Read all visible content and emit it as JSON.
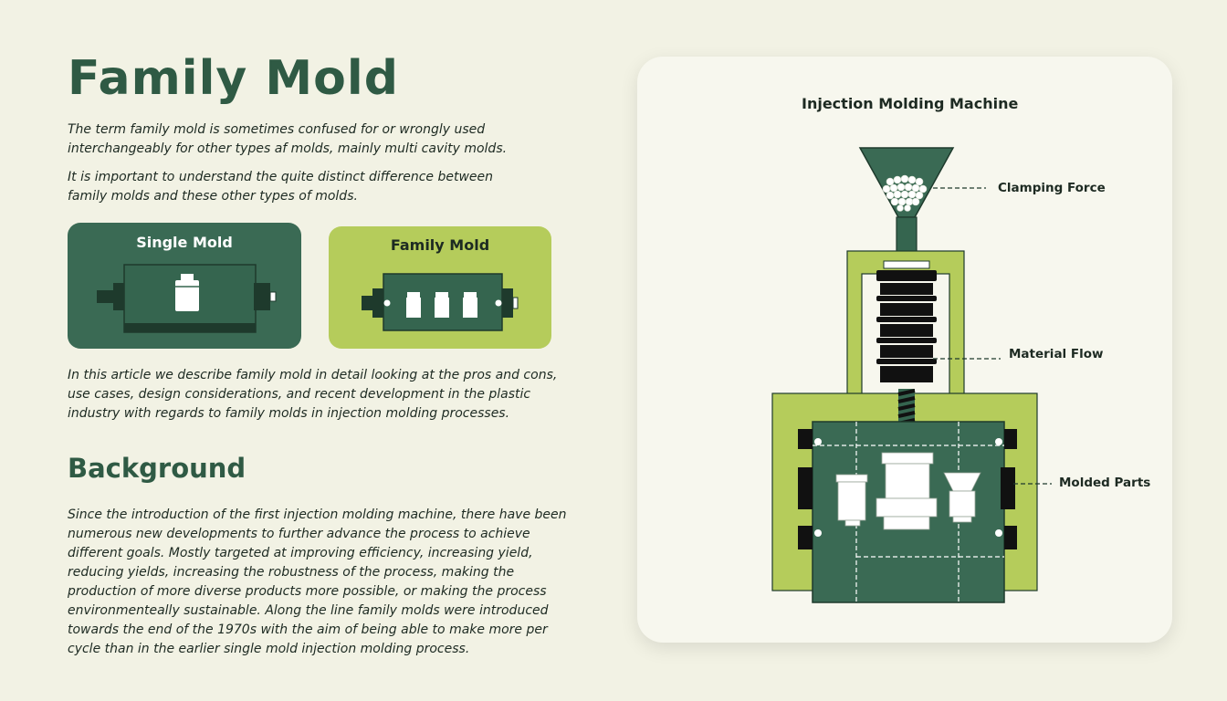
{
  "page": {
    "title": "Family Mold",
    "intro_paragraphs": [
      "The term family mold is sometimes confused for or wrongly used interchangeably for other types af molds, mainly multi cavity molds.",
      "It is important to understand the quite distinct difference between family molds and these other types of molds."
    ],
    "article_paragraph": "In this article we describe family mold in detail looking at the pros and cons, use cases, design considerations, and recent development in the plastic industry with regards to family molds in injection molding processes.",
    "background_heading": "Background",
    "background_paragraph": "Since the introduction of the first injection molding machine, there have been numerous new developments to further advance the process to achieve different goals. Mostly targeted at improving efficiency, increasing yield, reducing yields, increasing the robustness of the process, making the production of more diverse products more possible, or making the process environmenteally sustainable. Along the line family molds were introduced towards the end of the 1970s with the aim of being able to make more per cycle than in the earlier single mold injection molding process."
  },
  "cards": {
    "single": {
      "label": "Single Mold"
    },
    "family": {
      "label": "Family Mold"
    }
  },
  "diagram": {
    "title": "Injection Molding Machine",
    "callouts": {
      "clamping": "Clamping Force",
      "material": "Material Flow",
      "parts": "Molded Parts"
    }
  },
  "colors": {
    "dark_green": "#3a6a54",
    "lime": "#b5cc5b",
    "background": "#f2f2e4",
    "panel": "#f7f7ee"
  }
}
